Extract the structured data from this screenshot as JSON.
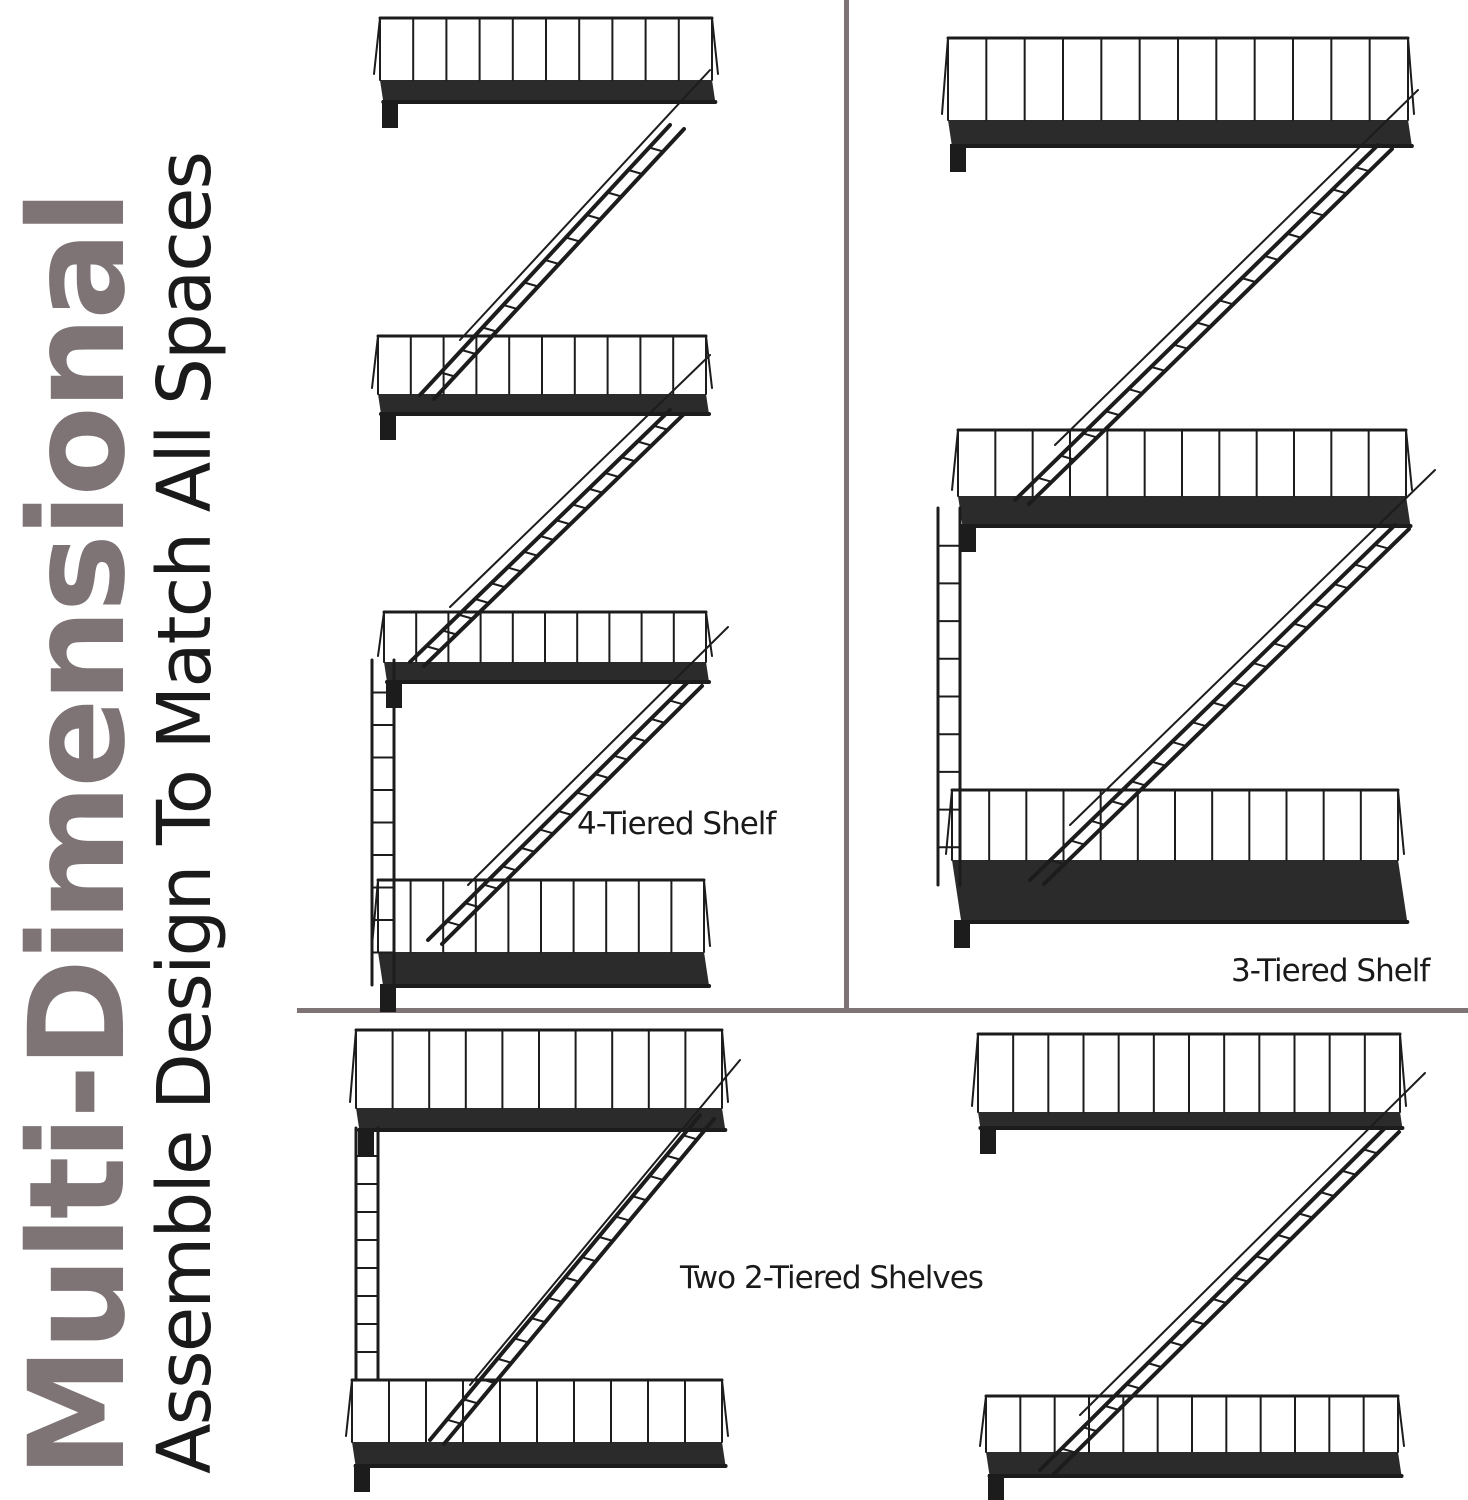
{
  "headline": "Multi-Dimensional",
  "subheadline": "Assemble Design To Match All Spaces",
  "labels": {
    "four_tier": "4-Tiered Shelf",
    "three_tier": "3-Tiered Shelf",
    "two_tier": "Two 2-Tiered Shelves"
  },
  "colors": {
    "headline": "#7e7475",
    "divider": "#7e7475",
    "metal": "#1c1c1c",
    "shelf_floor": "#2b2b2b",
    "text": "#1a1a1a"
  }
}
